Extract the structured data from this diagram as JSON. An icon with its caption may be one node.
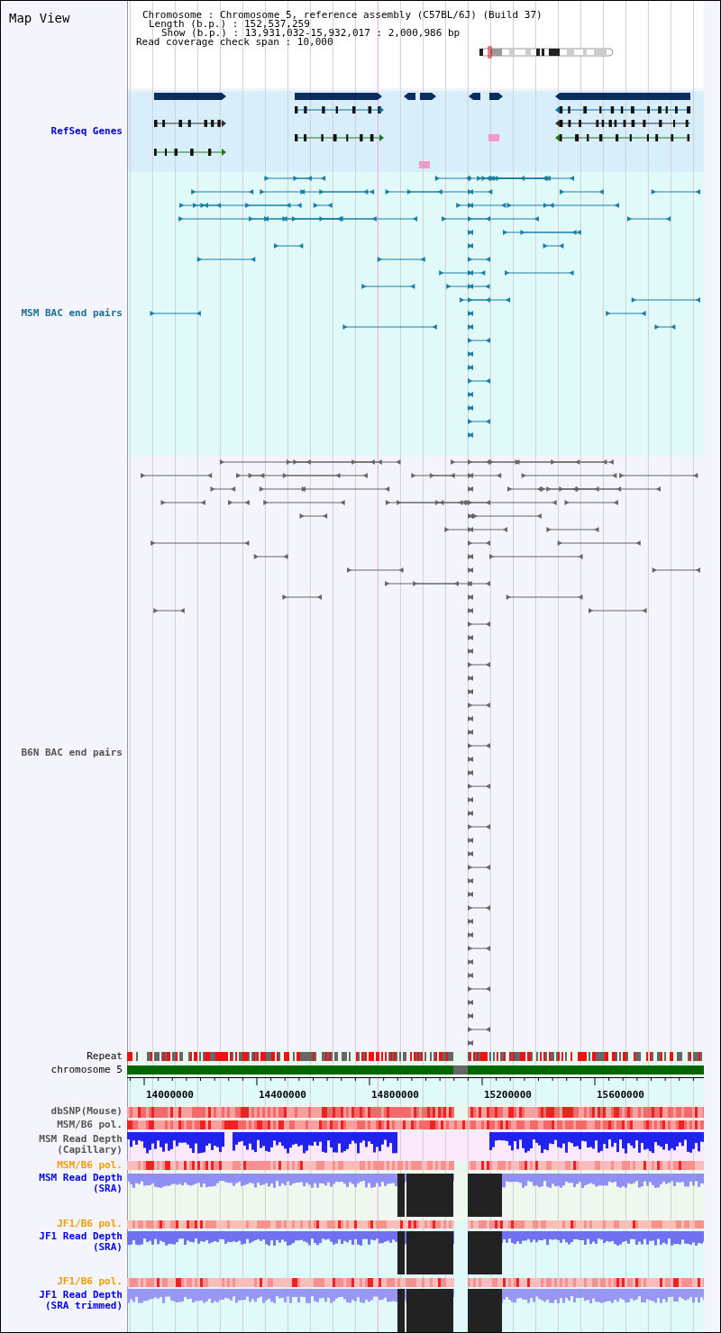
{
  "diagram": {
    "title": "Map View",
    "labels": [
      "Chromosome : Chromosome 5, reference assembly (C57BL/6J) (Build 37)",
      "Length (b.p.) : 152,537,259",
      "Show (b.p.) : 13,931,032-15,932,017 : 2,000,986 bp",
      "Read coverage check span : 10,000",
      "RefSeq Genes",
      "MSM BAC end pairs",
      "B6N BAC end pairs",
      "Repeat",
      "chromosome 5",
      "14000000",
      "14400000",
      "14800000",
      "15200000",
      "15600000",
      "dbSNP(Mouse)",
      "MSM/B6 pol.",
      "MSM Read Depth (Capillary)",
      "MSM/B6 pol.",
      "MSM Read Depth (SRA)",
      "JF1/B6 pol.",
      "JF1 Read Depth (SRA)",
      "JF1/B6 pol.",
      "JF1 Read Depth (SRA trimmed)"
    ]
  }
}
